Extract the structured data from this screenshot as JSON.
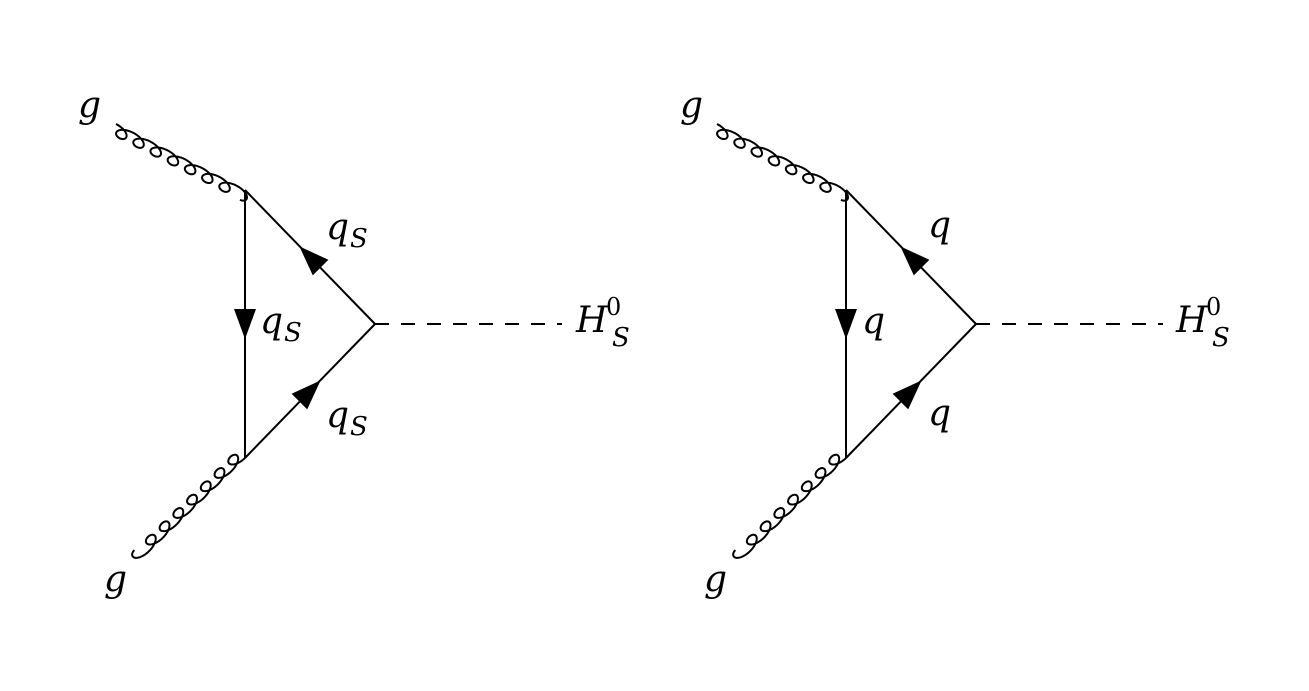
{
  "diagrams": [
    {
      "gluon_top_label": "g",
      "gluon_bottom_label": "g",
      "upper_quark_label": {
        "base": "q",
        "sub": "S"
      },
      "left_quark_label": {
        "base": "q",
        "sub": "S"
      },
      "lower_quark_label": {
        "base": "q",
        "sub": "S"
      },
      "higgs_label": {
        "base": "H",
        "sup": "0",
        "sub": "S"
      }
    },
    {
      "gluon_top_label": "g",
      "gluon_bottom_label": "g",
      "upper_quark_label": {
        "base": "q",
        "sub": ""
      },
      "left_quark_label": {
        "base": "q",
        "sub": ""
      },
      "lower_quark_label": {
        "base": "q",
        "sub": ""
      },
      "higgs_label": {
        "base": "H",
        "sup": "0",
        "sub": "S"
      }
    }
  ]
}
